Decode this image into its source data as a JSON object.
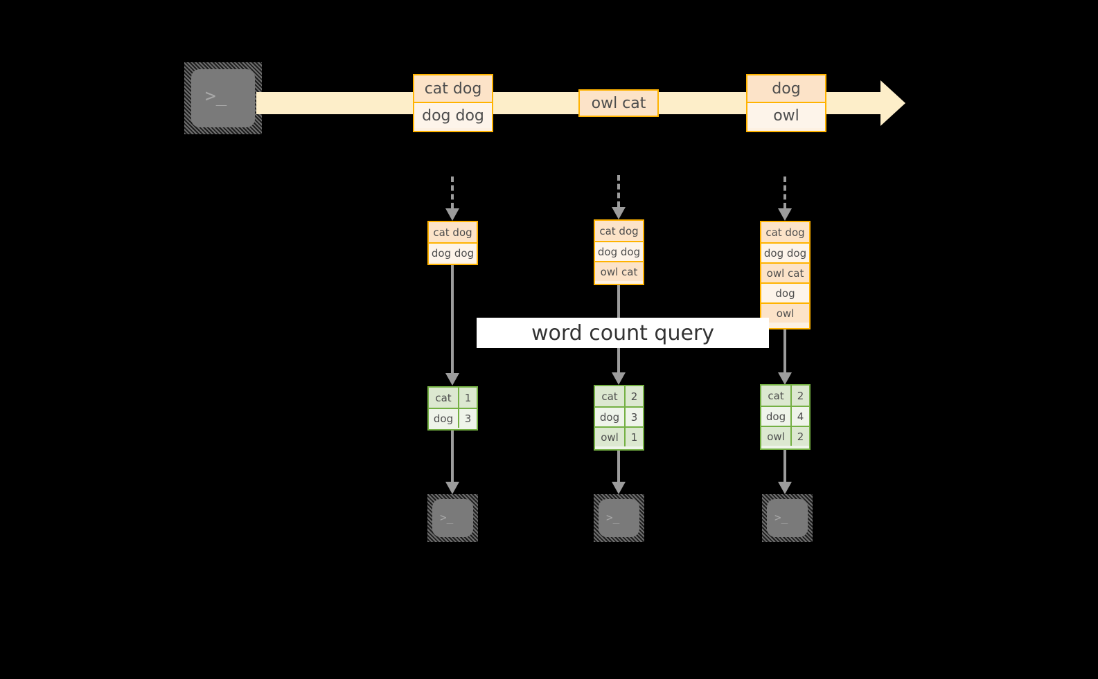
{
  "diagram": {
    "title_label": "word count query",
    "colors": {
      "background": "#000000",
      "stream_fill": "#fdeec9",
      "message_border": "#ffb300",
      "message_fill_dark": "#fce3c8",
      "message_fill_light": "#fdf4ea",
      "table_border": "#74b043",
      "table_fill_dark": "#dce8d0",
      "table_fill_light": "#eff4ea",
      "connector": "#9c9c9c",
      "terminal_face": "#7a7a7a",
      "label_background": "#ffffff"
    }
  },
  "source": {
    "icon": "terminal-icon",
    "glyph": ">_"
  },
  "stream": {
    "arrow_icon": "stream-arrow-icon",
    "messages": [
      {
        "id": "batch-1",
        "lines": [
          "cat dog",
          "dog dog"
        ]
      },
      {
        "id": "batch-2",
        "lines": [
          "owl cat"
        ]
      },
      {
        "id": "batch-3",
        "lines": [
          "dog",
          "owl"
        ]
      }
    ]
  },
  "stages": [
    {
      "id": "stage-1",
      "input_arrow_icon": "dashed-down-arrow-icon",
      "buffer": {
        "lines": [
          "cat dog",
          "dog dog"
        ]
      },
      "result": {
        "rows": [
          {
            "word": "cat",
            "count": "1"
          },
          {
            "word": "dog",
            "count": "3"
          }
        ]
      },
      "sink": {
        "icon": "terminal-icon",
        "glyph": ">_"
      }
    },
    {
      "id": "stage-2",
      "input_arrow_icon": "dashed-down-arrow-icon",
      "buffer": {
        "lines": [
          "cat dog",
          "dog dog",
          "owl cat"
        ]
      },
      "result": {
        "rows": [
          {
            "word": "cat",
            "count": "2"
          },
          {
            "word": "dog",
            "count": "3"
          },
          {
            "word": "owl",
            "count": "1"
          }
        ]
      },
      "sink": {
        "icon": "terminal-icon",
        "glyph": ">_"
      }
    },
    {
      "id": "stage-3",
      "input_arrow_icon": "dashed-down-arrow-icon",
      "buffer": {
        "lines": [
          "cat dog",
          "dog dog",
          "owl cat",
          "dog",
          "owl"
        ]
      },
      "result": {
        "rows": [
          {
            "word": "cat",
            "count": "2"
          },
          {
            "word": "dog",
            "count": "4"
          },
          {
            "word": "owl",
            "count": "2"
          }
        ]
      },
      "sink": {
        "icon": "terminal-icon",
        "glyph": ">_"
      }
    }
  ]
}
